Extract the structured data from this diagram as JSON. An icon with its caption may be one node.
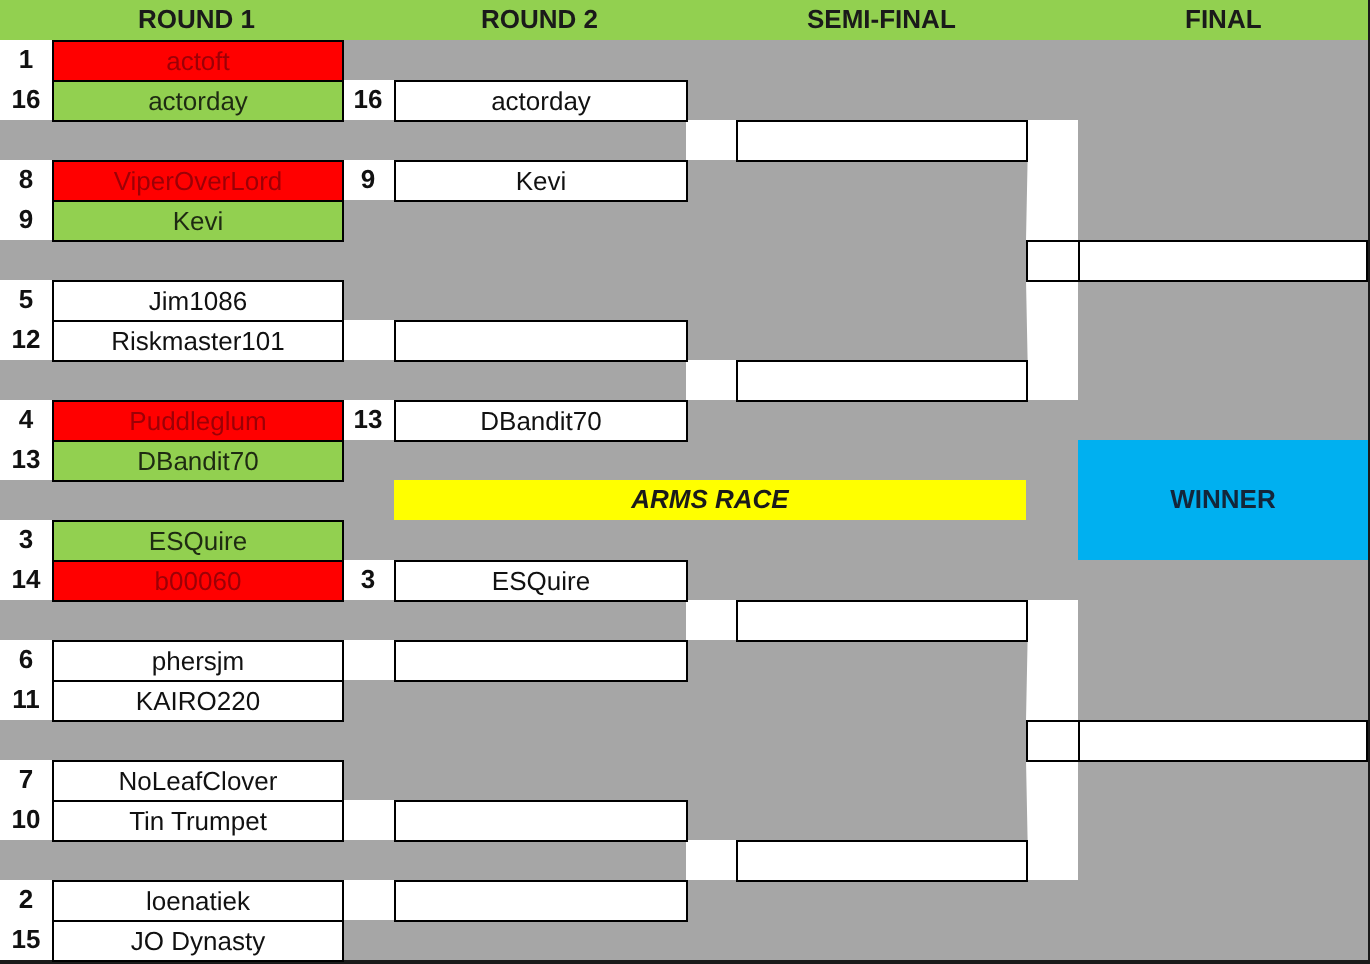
{
  "diagram": {
    "nodes": [
      {
        "text": [
          "actoft"
        ],
        "beside": [
          "1"
        ]
      },
      {
        "text": [
          "actorday"
        ],
        "beside": [
          "16"
        ]
      },
      {
        "text": [
          "ViperOverLord"
        ],
        "beside": [
          "8"
        ]
      },
      {
        "text": [
          "Kevi"
        ],
        "beside": [
          "9"
        ]
      },
      {
        "text": [
          "Jim1086"
        ],
        "beside": [
          "5"
        ]
      },
      {
        "text": [
          "Riskmaster101"
        ],
        "beside": [
          "12"
        ]
      },
      {
        "text": [
          "Puddleglum"
        ],
        "beside": [
          "4"
        ]
      },
      {
        "text": [
          "DBandit70"
        ],
        "beside": [
          "13"
        ]
      },
      {
        "text": [
          "ESQuire"
        ],
        "beside": [
          "3"
        ]
      },
      {
        "text": [
          "b00060"
        ],
        "beside": [
          "14"
        ]
      },
      {
        "text": [
          "phersjm"
        ],
        "beside": [
          "6"
        ]
      },
      {
        "text": [
          "KAIRO220"
        ],
        "beside": [
          "11"
        ]
      },
      {
        "text": [
          "NoLeafClover"
        ],
        "beside": [
          "7"
        ]
      },
      {
        "text": [
          "Tin Trumpet"
        ],
        "beside": [
          "10"
        ]
      },
      {
        "text": [
          "loenatiek"
        ],
        "beside": [
          "2"
        ]
      },
      {
        "text": [
          "JO Dynasty"
        ],
        "beside": [
          "15"
        ]
      },
      {
        "text": [
          "actorday"
        ],
        "beside": [
          "16"
        ]
      },
      {
        "text": [
          "Kevi"
        ],
        "beside": [
          "9"
        ]
      },
      {
        "text": [],
        "shape": "box"
      },
      {
        "text": [
          "DBandit70"
        ],
        "beside": [
          "13"
        ]
      },
      {
        "text": [
          "ESQuire"
        ],
        "beside": [
          "3"
        ]
      },
      {
        "text": [],
        "shape": "box"
      },
      {
        "text": [],
        "shape": "box"
      },
      {
        "text": [],
        "shape": "box"
      },
      {
        "text": [],
        "shape": "box"
      },
      {
        "text": [],
        "shape": "box"
      },
      {
        "text": [],
        "shape": "box"
      },
      {
        "text": [],
        "shape": "box"
      },
      {
        "text": [],
        "shape": "box"
      },
      {
        "text": [],
        "shape": "box"
      },
      {
        "text": [
          "ARMS RACE"
        ]
      },
      {
        "text": [
          "WINNER"
        ]
      }
    ],
    "edges": [
      {
        "from": 24,
        "to": 28,
        "arrow": "none"
      },
      {
        "from": 25,
        "to": 28,
        "arrow": "none"
      },
      {
        "from": 26,
        "to": 29,
        "arrow": "none"
      },
      {
        "from": 27,
        "to": 29,
        "arrow": "none"
      }
    ],
    "labels": [
      "ROUND 1",
      "ROUND 2",
      "SEMI-FINAL",
      "FINAL"
    ]
  }
}
